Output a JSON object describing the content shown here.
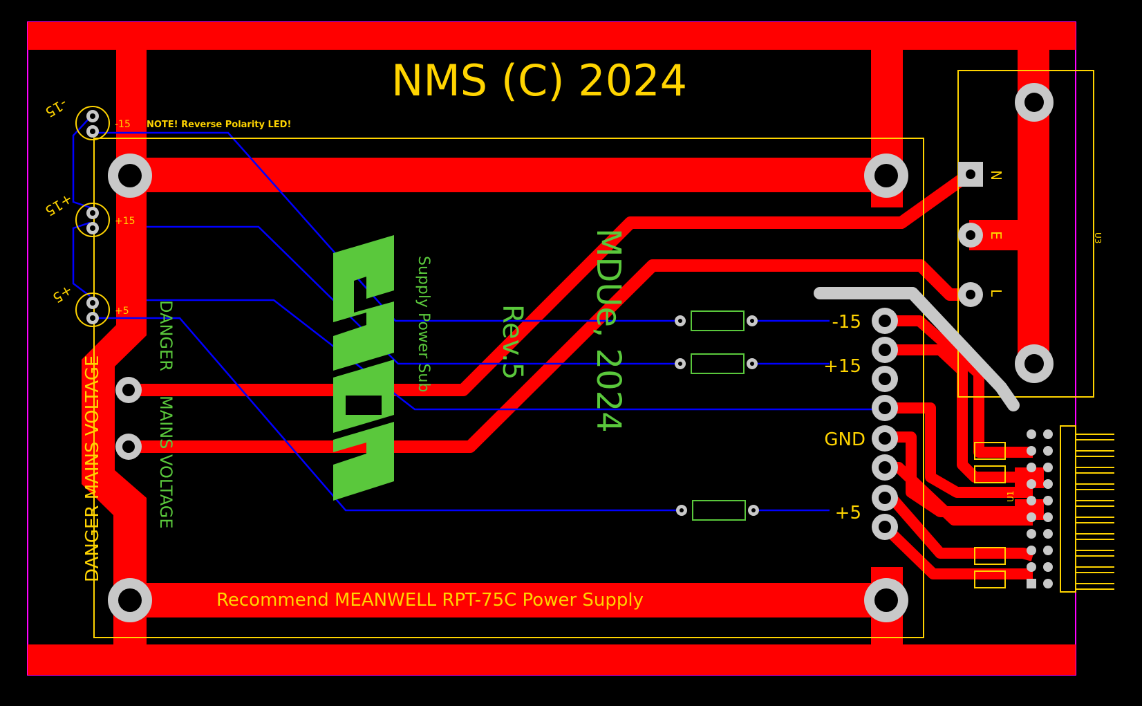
{
  "board": {
    "title": "NMS (C) 2024",
    "subtitle_lines": [
      "MDUe, 2024",
      "Rev.5"
    ],
    "supply_label": "Supply Power Sub",
    "recommend_text": "Recommend MEANWELL RPT-75C Power Supply",
    "danger_vertical": "DANGER MAINS VOLTAGE",
    "danger_silk_1": "DANGER",
    "danger_silk_2": "MAINS VOLTAGE",
    "note_led": "NOTE! Reverse Polarity LED!"
  },
  "leds": [
    {
      "ref": "-15",
      "pin_label": "-15"
    },
    {
      "ref": "+15",
      "pin_label": "+15"
    },
    {
      "ref": "+5",
      "pin_label": "+5"
    }
  ],
  "header_pins": [
    {
      "label": "-15"
    },
    {
      "label": "+15"
    },
    {
      "label": ""
    },
    {
      "label": ""
    },
    {
      "label": "GND"
    },
    {
      "label": ""
    },
    {
      "label": "+5"
    },
    {
      "label": ""
    }
  ],
  "mains_terminal": {
    "ref": "U3",
    "pins": [
      "N",
      "E",
      "L"
    ]
  },
  "connector": {
    "ref": "U1"
  },
  "colors": {
    "background": "#000000",
    "copper_top": "#ff0000",
    "copper_bottom": "#0000ff",
    "silkscreen": "#ffd400",
    "silk_bottom": "#5ac83c",
    "pads": "#c8c8c8",
    "outline": "#ff00ff"
  }
}
